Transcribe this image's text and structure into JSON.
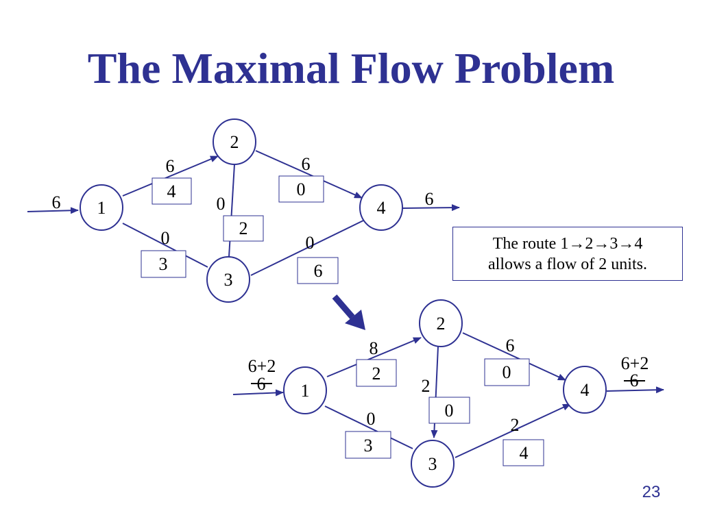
{
  "title": "The Maximal Flow Problem",
  "page_number": "23",
  "colors": {
    "accent": "#2e3192",
    "text": "#000000",
    "background": "#ffffff"
  },
  "note": {
    "line1": "The route 1→2→3→4",
    "line2": "allows a flow of 2 units."
  },
  "before_network": {
    "nodes": [
      "1",
      "2",
      "3",
      "4"
    ],
    "source_in": "6",
    "sink_out": "6",
    "edges": [
      {
        "from": "1",
        "to": "2",
        "top_value": "6",
        "box_value": "4"
      },
      {
        "from": "1",
        "to": "3",
        "top_value": "0",
        "box_value": "3"
      },
      {
        "from": "2",
        "to": "3",
        "top_value": "0",
        "box_value": "2"
      },
      {
        "from": "2",
        "to": "4",
        "top_value": "6",
        "box_value": "0"
      },
      {
        "from": "3",
        "to": "4",
        "top_value": "0",
        "box_value": "6"
      }
    ]
  },
  "after_network": {
    "nodes": [
      "1",
      "2",
      "3",
      "4"
    ],
    "source_in": {
      "new_value": "6+2",
      "struck_value": "6"
    },
    "sink_out": {
      "new_value": "6+2",
      "struck_value": "6"
    },
    "edges": [
      {
        "from": "1",
        "to": "2",
        "top_value": "8",
        "box_value": "2"
      },
      {
        "from": "1",
        "to": "3",
        "top_value": "0",
        "box_value": "3"
      },
      {
        "from": "2",
        "to": "3",
        "top_value": "2",
        "box_value": "0"
      },
      {
        "from": "2",
        "to": "4",
        "top_value": "6",
        "box_value": "0"
      },
      {
        "from": "3",
        "to": "4",
        "top_value": "2",
        "box_value": "4"
      }
    ]
  }
}
